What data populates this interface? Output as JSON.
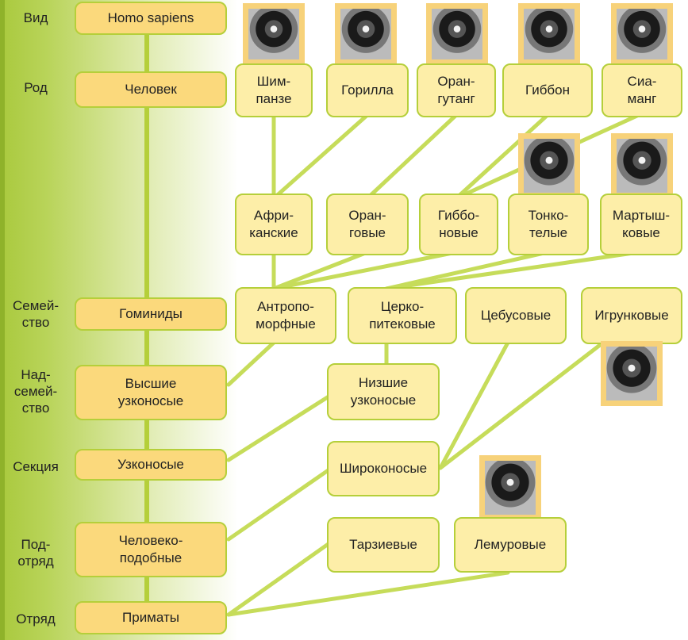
{
  "ranks": {
    "vid": "Вид",
    "rod": "Род",
    "semeistvo": [
      "Семей-",
      "ство"
    ],
    "nadsemeistvo": [
      "Над-",
      "семей-",
      "ство"
    ],
    "sektsiya": "Секция",
    "podotryad": [
      "Под-",
      "отряд"
    ],
    "otryad": "Отряд"
  },
  "human_line": {
    "species": "Homo sapiens",
    "genus": "Человек",
    "family": "Гоминиды",
    "superfamily": [
      "Высшие",
      "узконосые"
    ],
    "section": "Узконосые",
    "suborder": [
      "Человеко-",
      "подобные"
    ],
    "order": "Приматы"
  },
  "genera": {
    "chimp": [
      "Шим-",
      "панзе"
    ],
    "gorilla": "Горилла",
    "orangutan": [
      "Оран-",
      "гутанг"
    ],
    "gibbon": "Гиббон",
    "siamang": [
      "Сиа-",
      "манг"
    ]
  },
  "subfamilies": {
    "african": [
      "Афри-",
      "канские"
    ],
    "orang": [
      "Оран-",
      "говые"
    ],
    "gibbon": [
      "Гиббо-",
      "новые"
    ],
    "thin": [
      "Тонко-",
      "телые"
    ],
    "monkey": [
      "Мартыш-",
      "ковые"
    ]
  },
  "families": {
    "anthropoid": [
      "Антропо-",
      "морфные"
    ],
    "cerco": [
      "Церко-",
      "питековые"
    ],
    "cebus": "Цебусовые",
    "marmoset": "Игрунковые"
  },
  "superfamilies": {
    "lower": [
      "Низшие",
      "узконосые"
    ]
  },
  "sections": {
    "broadnosed": "Широконосые"
  },
  "suborders": {
    "tarsier": "Тарзиевые",
    "lemur": "Лемуровые"
  },
  "photos": [
    "chimpanzee-photo",
    "gorilla-photo",
    "orangutan-photo",
    "gibbon-photo",
    "siamang-photo",
    "colobus-photo",
    "macaque-photo",
    "marmoset-photo",
    "lemur-photo"
  ],
  "colors": {
    "line": "#b5cf3a",
    "band": "#a9c93d",
    "box_fill": "#fdeea8",
    "box_fill_dark": "#fbd97c",
    "photo_frame": "#f7d27a"
  }
}
